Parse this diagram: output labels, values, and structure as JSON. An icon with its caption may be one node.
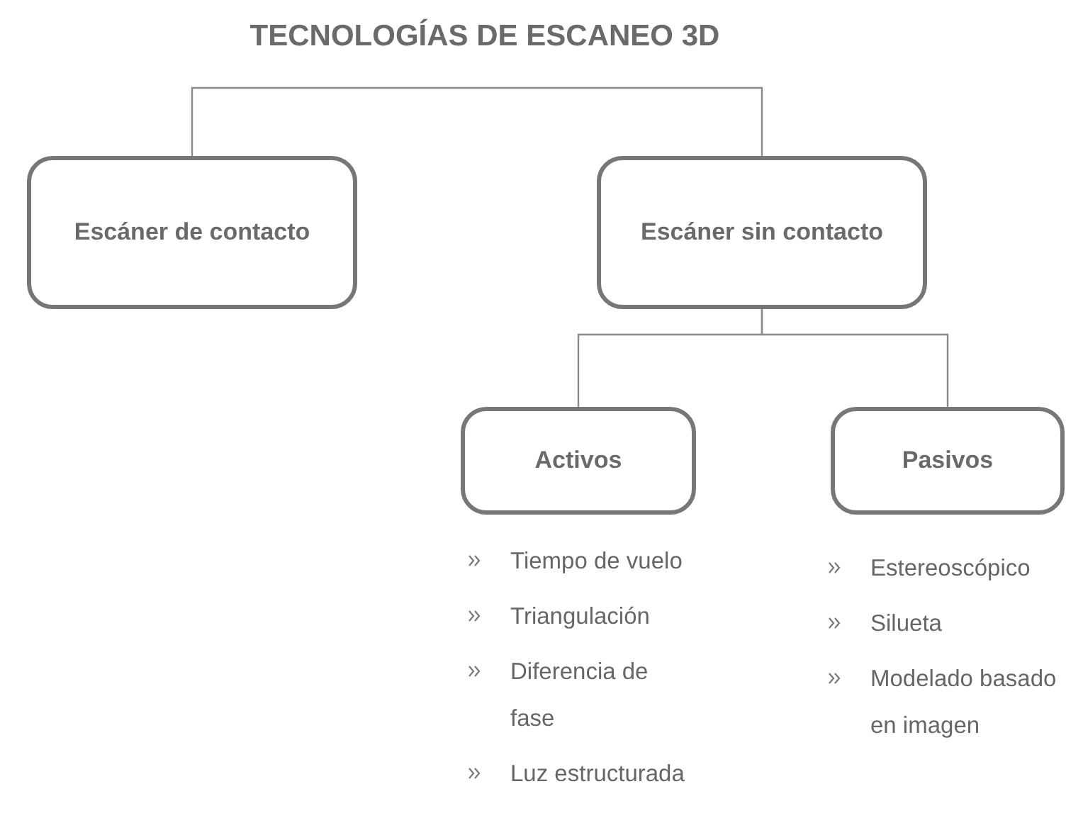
{
  "diagram": {
    "nodes": [
      {
        "text": [
          "TECNOLOGÍAS DE ESCANEO 3D"
        ]
      },
      {
        "text": [
          "Escáner de contacto"
        ]
      },
      {
        "text": [
          "Escáner sin contacto"
        ]
      },
      {
        "text": [
          "Activos"
        ],
        "beside": [
          "Tiempo de vuelo",
          "Triangulación",
          "Diferencia de fase",
          "Luz estructurada"
        ]
      },
      {
        "text": [
          "Pasivos"
        ],
        "beside": [
          "Estereoscópico",
          "Silueta",
          "Modelado basado en imagen"
        ]
      }
    ],
    "edges": [
      {
        "from": 0,
        "to": 1,
        "arrow": "none"
      },
      {
        "from": 0,
        "to": 2,
        "arrow": "none"
      },
      {
        "from": 2,
        "to": 3,
        "arrow": "none"
      },
      {
        "from": 2,
        "to": 4,
        "arrow": "none"
      }
    ]
  }
}
